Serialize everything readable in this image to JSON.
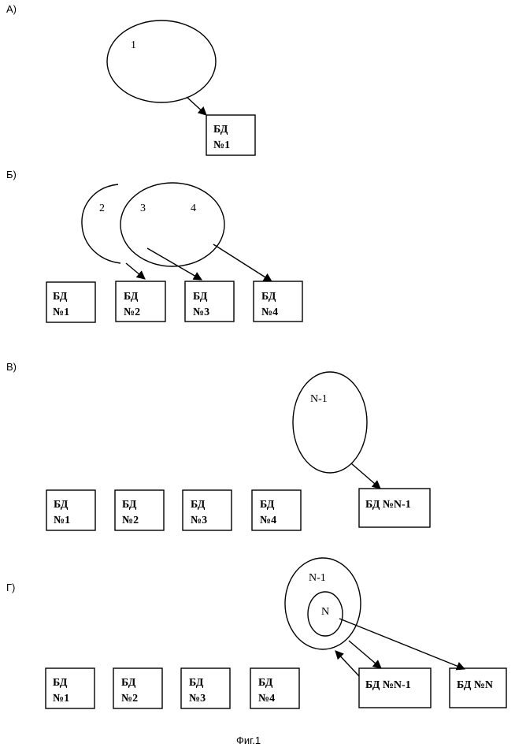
{
  "panels": {
    "a": {
      "label": "А)",
      "ellipse": "1",
      "db1": [
        "БД",
        "№1"
      ]
    },
    "b": {
      "label": "Б)",
      "ellipse2": "2",
      "ellipse3": "3",
      "ellipse4": "4",
      "db1": [
        "БД",
        "№1"
      ],
      "db2": [
        "БД",
        "№2"
      ],
      "db3": [
        "БД",
        "№3"
      ],
      "db4": [
        "БД",
        "№4"
      ]
    },
    "v": {
      "label": "В)",
      "ellipse": "N-1",
      "db1": [
        "БД",
        "№1"
      ],
      "db2": [
        "БД",
        "№2"
      ],
      "db3": [
        "БД",
        "№3"
      ],
      "db4": [
        "БД",
        "№4"
      ],
      "dbn1": "БД №N-1"
    },
    "g": {
      "label": "Г)",
      "outer": "N-1",
      "inner": "N",
      "db1": [
        "БД",
        "№1"
      ],
      "db2": [
        "БД",
        "№2"
      ],
      "db3": [
        "БД",
        "№3"
      ],
      "db4": [
        "БД",
        "№4"
      ],
      "dbn1": "БД №N-1",
      "dbn": "БД №N"
    }
  },
  "caption": "Фиг.1"
}
